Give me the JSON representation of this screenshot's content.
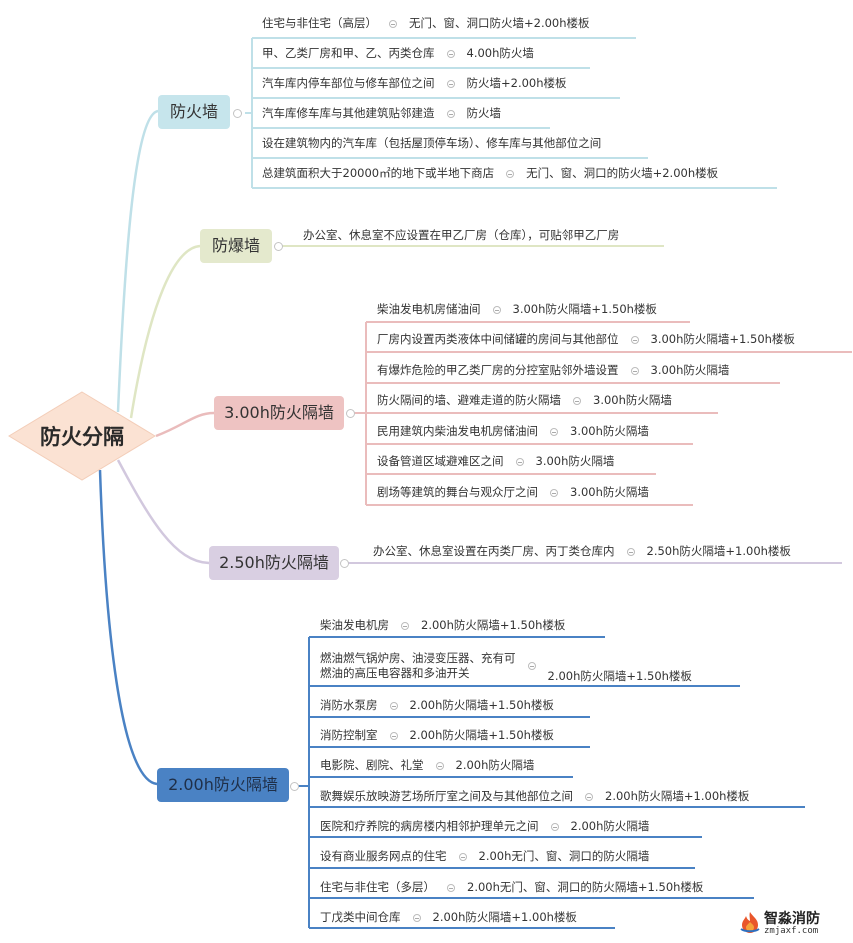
{
  "root": {
    "label": "防火分隔"
  },
  "colors": {
    "root_fill": "#fbe2d3",
    "cat_firewall": "#c6e5ec",
    "cat_blast": "#e4e9cd",
    "cat_300": "#eec3c2",
    "cat_250": "#d9cfe2",
    "cat_200": "#4a82c4"
  },
  "categories": [
    {
      "label": "防火墙",
      "items": [
        {
          "label": "住宅与非住宅（高层）",
          "value": "无门、窗、洞口防火墙+2.00h楼板"
        },
        {
          "label": "甲、乙类厂房和甲、乙、丙类仓库",
          "value": "4.00h防火墙"
        },
        {
          "label": "汽车库内停车部位与修车部位之间",
          "value": "防火墙+2.00h楼板"
        },
        {
          "label": "汽车库修车库与其他建筑贴邻建造",
          "value": "防火墙"
        },
        {
          "label": "设在建筑物内的汽车库（包括屋顶停车场）、修车库与其他部位之间",
          "value": ""
        },
        {
          "label": "总建筑面积大于20000㎡的地下或半地下商店",
          "value": "无门、窗、洞口的防火墙+2.00h楼板"
        }
      ]
    },
    {
      "label": "防爆墙",
      "items": [
        {
          "label": "办公室、休息室不应设置在甲乙厂房（仓库），可贴邻甲乙厂房",
          "value": ""
        }
      ]
    },
    {
      "label": "3.00h防火隔墙",
      "items": [
        {
          "label": "柴油发电机房储油间",
          "value": "3.00h防火隔墙+1.50h楼板"
        },
        {
          "label": "厂房内设置丙类液体中间储罐的房间与其他部位",
          "value": "3.00h防火隔墙+1.50h楼板"
        },
        {
          "label": "有爆炸危险的甲乙类厂房的分控室贴邻外墙设置",
          "value": "3.00h防火隔墙"
        },
        {
          "label": "防火隔间的墙、避难走道的防火隔墙",
          "value": "3.00h防火隔墙"
        },
        {
          "label": "民用建筑内柴油发电机房储油间",
          "value": "3.00h防火隔墙"
        },
        {
          "label": "设备管道区域避难区之间",
          "value": "3.00h防火隔墙"
        },
        {
          "label": "剧场等建筑的舞台与观众厅之间",
          "value": "3.00h防火隔墙"
        }
      ]
    },
    {
      "label": "2.50h防火隔墙",
      "items": [
        {
          "label": "办公室、休息室设置在丙类厂房、丙丁类仓库内",
          "value": "2.50h防火隔墙+1.00h楼板"
        }
      ]
    },
    {
      "label": "2.00h防火隔墙",
      "items": [
        {
          "label": "柴油发电机房",
          "value": "2.00h防火隔墙+1.50h楼板"
        },
        {
          "label": "燃油燃气锅炉房、油浸变压器、充有可",
          "label2": "燃油的高压电容器和多油开关",
          "value": "2.00h防火隔墙+1.50h楼板"
        },
        {
          "label": "消防水泵房",
          "value": "2.00h防火隔墙+1.50h楼板"
        },
        {
          "label": "消防控制室",
          "value": "2.00h防火隔墙+1.50h楼板"
        },
        {
          "label": "电影院、剧院、礼堂",
          "value": "2.00h防火隔墙"
        },
        {
          "label": "歌舞娱乐放映游艺场所厅室之间及与其他部位之间",
          "value": "2.00h防火隔墙+1.00h楼板"
        },
        {
          "label": "医院和疗养院的病房楼内相邻护理单元之间",
          "value": "2.00h防火隔墙"
        },
        {
          "label": "设有商业服务网点的住宅",
          "value": "2.00h无门、窗、洞口的防火隔墙"
        },
        {
          "label": "住宅与非住宅（多层）",
          "value": "2.00h无门、窗、洞口的防火隔墙+1.50h楼板"
        },
        {
          "label": "丁戊类中间仓库",
          "value": "2.00h防火隔墙+1.00h楼板"
        }
      ]
    }
  ],
  "watermark": {
    "name": "智淼消防",
    "url": "zmjaxf.com"
  }
}
